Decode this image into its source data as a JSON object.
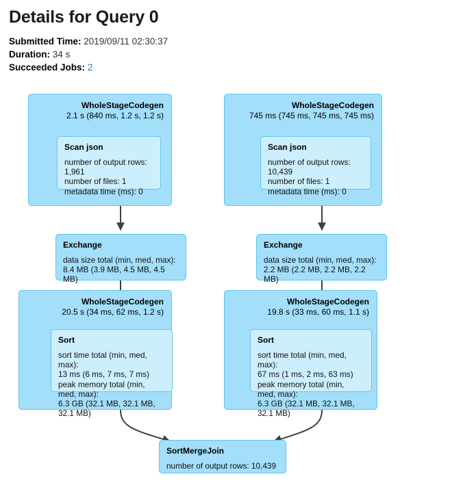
{
  "header": {
    "title": "Details for Query 0",
    "submitted_time_label": "Submitted Time:",
    "submitted_time_value": " 2019/09/11 02:30:37",
    "duration_label": "Duration:",
    "duration_value": " 34 s",
    "succeeded_jobs_label": "Succeeded Jobs:",
    "succeeded_jobs_value": "2"
  },
  "colors": {
    "stage_fill": "#a3defa",
    "stage_border": "#5ec3f0",
    "op_fill": "#cdeefc",
    "op_border": "#68c5e9",
    "edge": "#3f3f3f",
    "link": "#1a7fc1"
  },
  "graph": {
    "nodes": [
      {
        "id": "wsc-left-scan",
        "type": "stage",
        "name": "WholeStageCodegen",
        "metric": "2.1 s (840 ms, 1.2 s, 1.2 s)",
        "child": {
          "id": "scan-json-left",
          "title": "Scan json",
          "metrics": "number of output rows: 1,961\nnumber of files: 1\nmetadata time (ms): 0"
        }
      },
      {
        "id": "wsc-right-scan",
        "type": "stage",
        "name": "WholeStageCodegen",
        "metric": "745 ms (745 ms, 745 ms, 745 ms)",
        "child": {
          "id": "scan-json-right",
          "title": "Scan json",
          "metrics": "number of output rows: 10,439\nnumber of files: 1\nmetadata time (ms): 0"
        }
      },
      {
        "id": "exchange-left",
        "type": "solo",
        "title": "Exchange",
        "metrics": "data size total (min, med, max):\n8.4 MB (3.9 MB, 4.5 MB, 4.5 MB)"
      },
      {
        "id": "exchange-right",
        "type": "solo",
        "title": "Exchange",
        "metrics": "data size total (min, med, max):\n2.2 MB (2.2 MB, 2.2 MB, 2.2 MB)"
      },
      {
        "id": "wsc-left-sort",
        "type": "stage",
        "name": "WholeStageCodegen",
        "metric": "20.5 s (34 ms, 62 ms, 1.2 s)",
        "child": {
          "id": "sort-left",
          "title": "Sort",
          "metrics": "sort time total (min, med, max):\n13 ms (6 ms, 7 ms, 7 ms)\npeak memory total (min, med, max):\n6.3 GB (32.1 MB, 32.1 MB, 32.1 MB)"
        }
      },
      {
        "id": "wsc-right-sort",
        "type": "stage",
        "name": "WholeStageCodegen",
        "metric": "19.8 s (33 ms, 60 ms, 1.1 s)",
        "child": {
          "id": "sort-right",
          "title": "Sort",
          "metrics": "sort time total (min, med, max):\n67 ms (1 ms, 2 ms, 63 ms)\npeak memory total (min, med, max):\n6.3 GB (32.1 MB, 32.1 MB, 32.1 MB)"
        }
      },
      {
        "id": "sort-merge-join",
        "type": "solo",
        "title": "SortMergeJoin",
        "metrics": "number of output rows: 10,439"
      }
    ]
  }
}
